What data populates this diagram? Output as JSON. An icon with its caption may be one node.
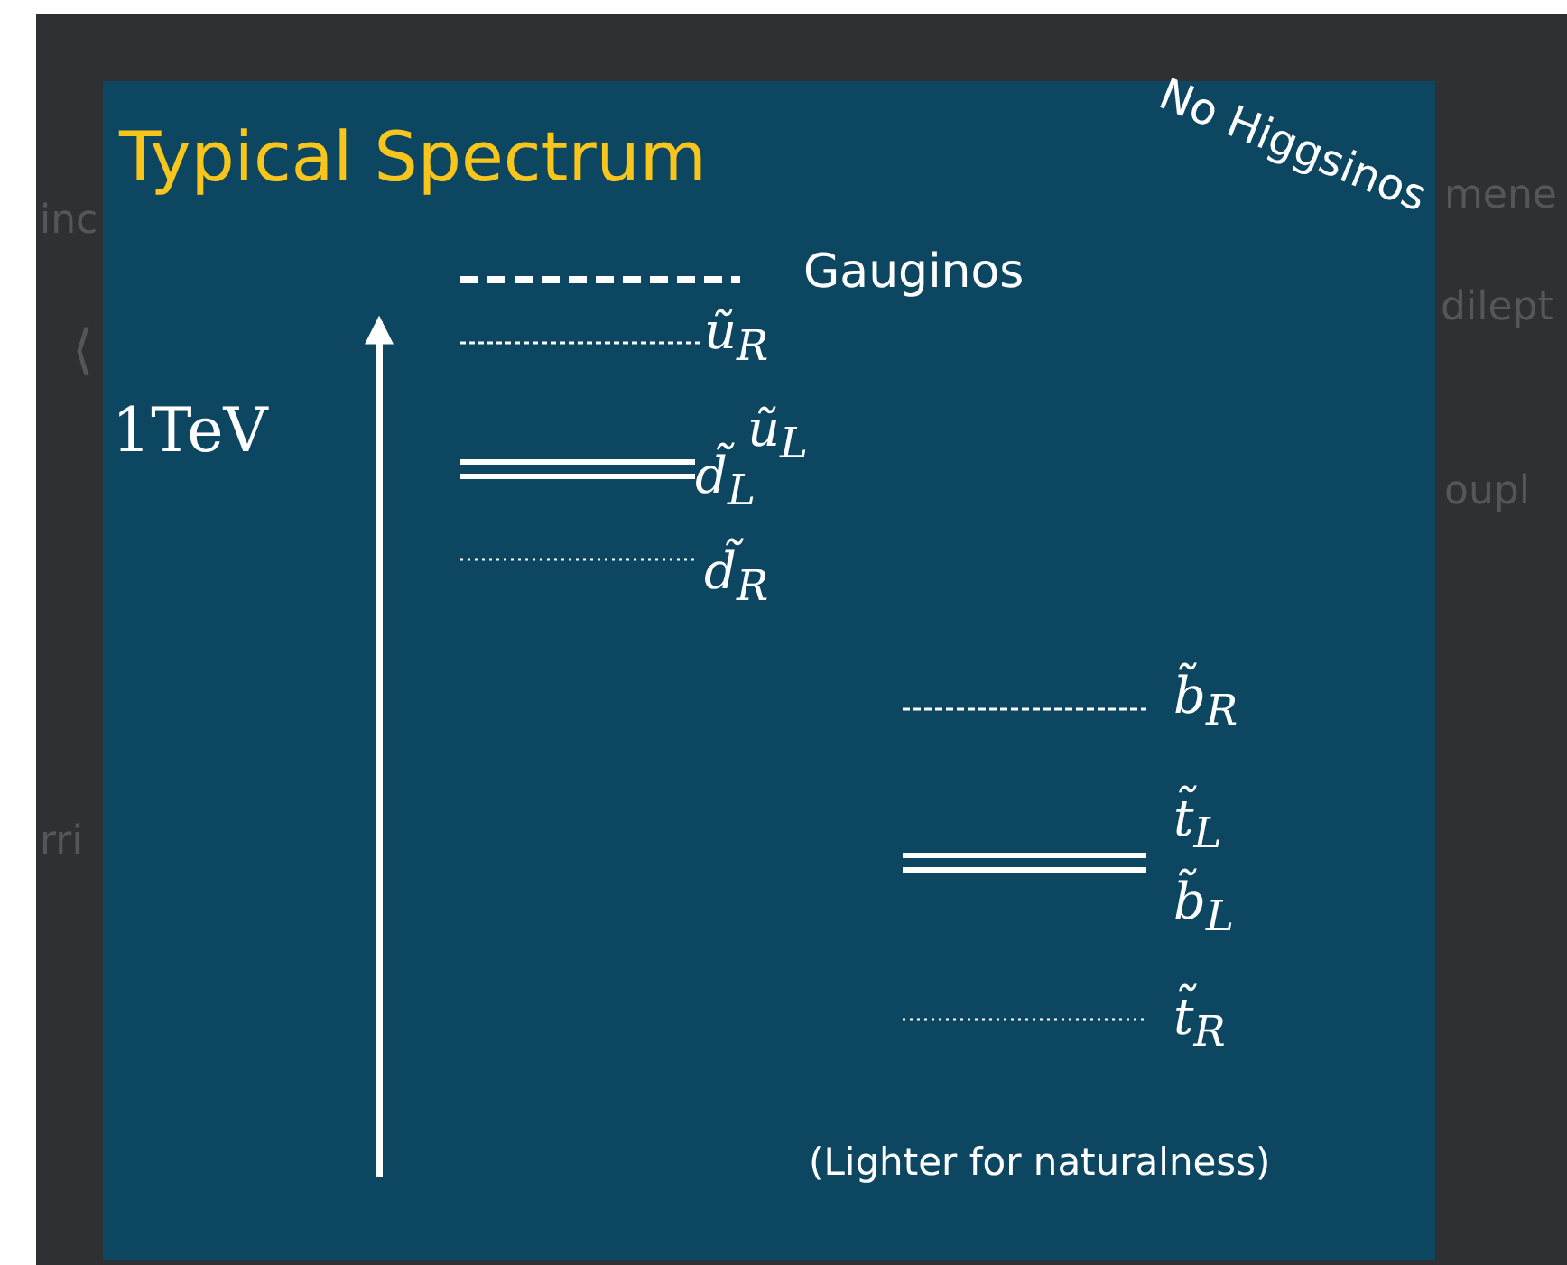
{
  "diagram": {
    "title": "Typical Spectrum",
    "labels": [
      "No Higgsinos",
      "inc",
      "mene",
      "Gauginos",
      "ũ$_{R}$",
      "dilept",
      "⟨",
      "1TeV",
      "ũ$_{L}$",
      "d̃$_{L}$",
      "oupl",
      "d̃$_{R}$",
      "b̃$_{R}$",
      "rri",
      "t̃$_{L}$",
      "b̃$_{L}$",
      "t̃$_{R}$",
      "(Lighter for naturalness)"
    ]
  }
}
